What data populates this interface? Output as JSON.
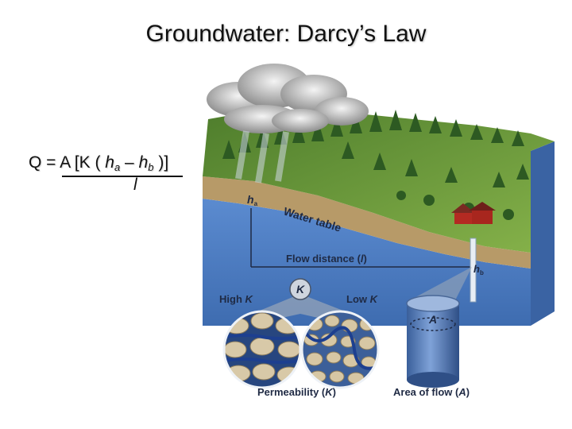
{
  "title": "Groundwater: Darcy’s Law",
  "formula": {
    "prefix": "Q = A [K ( ",
    "h_a_var": "h",
    "h_a_sub": "a",
    "minus": " – ",
    "h_b_var": "h",
    "h_b_sub": "b",
    "suffix": " )]",
    "denominator": "l"
  },
  "diagram": {
    "water_table_label": "Water table",
    "flow_distance_label": "Flow distance (",
    "flow_distance_var": "l",
    "flow_distance_close": ")",
    "ha_var": "h",
    "ha_sub": "a",
    "hb_var": "h",
    "hb_sub": "b",
    "k_circle_label": "K",
    "high_k_label": "High ",
    "high_k_var": "K",
    "low_k_label": "Low ",
    "low_k_var": "K",
    "cylinder_label": "A",
    "permeability_label": "Permeability (",
    "permeability_var": "K",
    "permeability_close": ")",
    "area_label": "Area of flow (",
    "area_var": "A",
    "area_close": ")"
  },
  "colors": {
    "water": "#4f7fc4",
    "water_dark": "#3d68a8",
    "soil": "#b99a67",
    "grass": "#6b9a3a",
    "tree": "#2f5a24",
    "label_dark": "#1f2a44"
  }
}
